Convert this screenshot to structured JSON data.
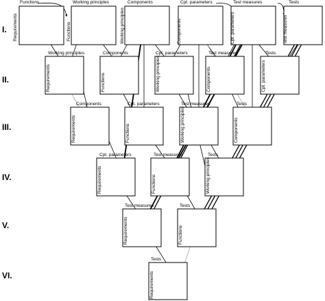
{
  "levels": [
    "I.",
    "II.",
    "III.",
    "IV.",
    "V.",
    "VI."
  ],
  "labels": {
    "functions": "Functions",
    "working_principles": "Working principles",
    "components": "Components",
    "cpt_parameters": "Cpt. parameters",
    "test_measures": "Test measures",
    "tests": "Tests",
    "requirements": "Requirements"
  }
}
